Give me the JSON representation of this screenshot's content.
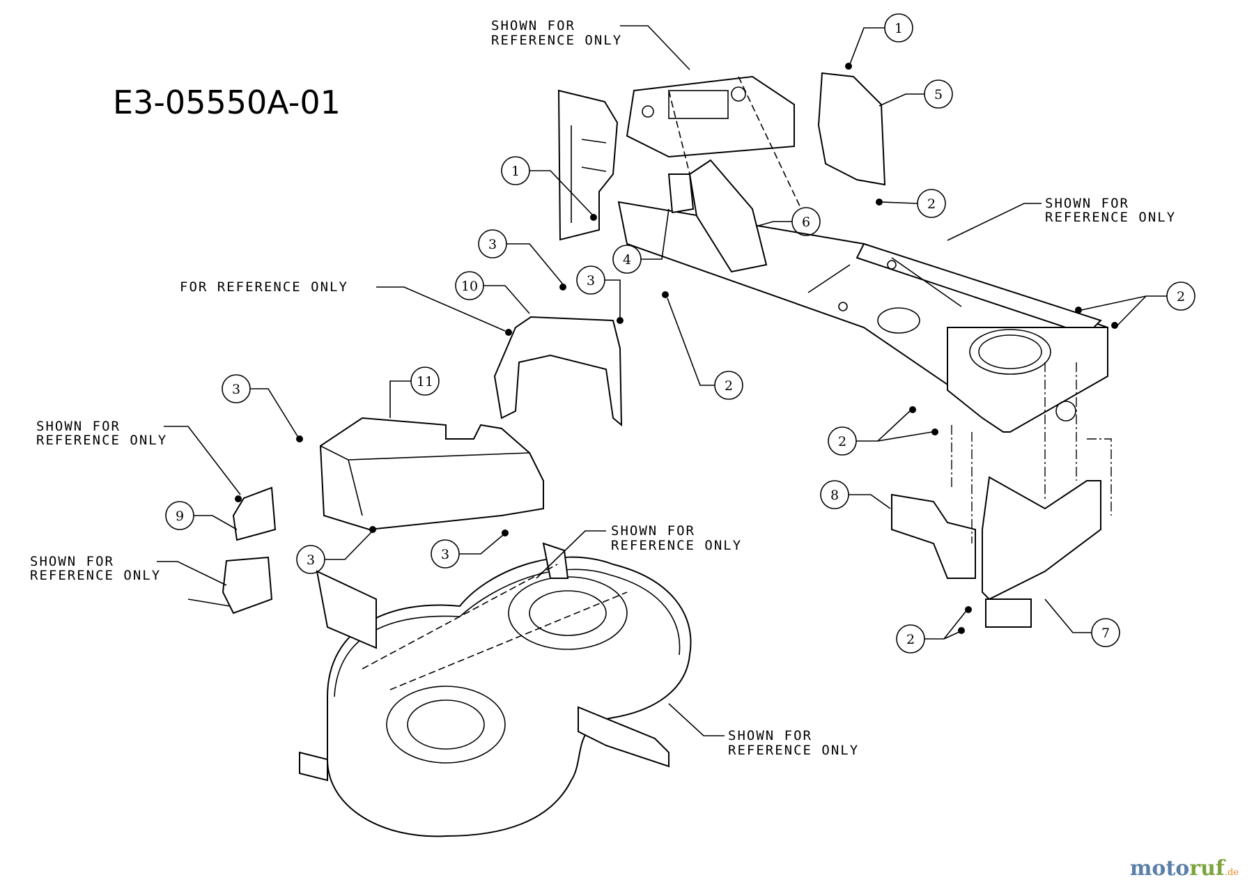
{
  "diagram_id": "E3-05550A-01",
  "notes": {
    "shown_ref_top": [
      "SHOWN FOR",
      "REFERENCE ONLY"
    ],
    "shown_ref_right": [
      "SHOWN FOR",
      "REFERENCE ONLY"
    ],
    "for_ref": "FOR REFERENCE ONLY",
    "shown_ref_left_upper": [
      "SHOWN FOR",
      "REFERENCE ONLY"
    ],
    "shown_ref_left_lower": [
      "SHOWN FOR",
      "REFERENCE ONLY"
    ],
    "shown_ref_deck_top": [
      "SHOWN FOR",
      "REFERENCE ONLY"
    ],
    "shown_ref_deck_bottom": [
      "SHOWN FOR",
      "REFERENCE ONLY"
    ]
  },
  "callouts": {
    "c1a": "1",
    "c1b": "1",
    "c2a": "2",
    "c2b": "2",
    "c2c": "2",
    "c2d": "2",
    "c2e": "2",
    "c3a": "3",
    "c3b": "3",
    "c3c": "3",
    "c3d": "3",
    "c3e": "3",
    "c4": "4",
    "c5": "5",
    "c6": "6",
    "c7": "7",
    "c8": "8",
    "c9": "9",
    "c10": "10",
    "c11": "11"
  },
  "watermark": {
    "part1": "moto",
    "part2": "ruf",
    "part3": ".de"
  }
}
